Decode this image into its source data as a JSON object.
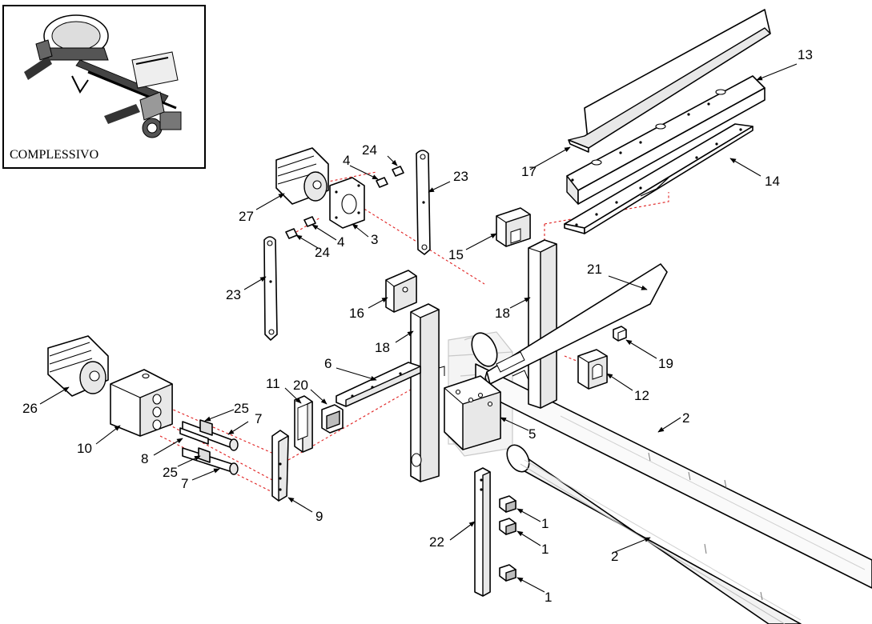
{
  "inset": {
    "label": "COMPLESSIVO"
  },
  "callouts": {
    "c1a": "1",
    "c1b": "1",
    "c1c": "1",
    "c2a": "2",
    "c2b": "2",
    "c3": "3",
    "c4a": "4",
    "c4b": "4",
    "c5": "5",
    "c6": "6",
    "c7a": "7",
    "c7b": "7",
    "c8": "8",
    "c9": "9",
    "c10": "10",
    "c11": "11",
    "c12": "12",
    "c13": "13",
    "c14": "14",
    "c15": "15",
    "c16": "16",
    "c17": "17",
    "c18a": "18",
    "c18b": "18",
    "c19": "19",
    "c20": "20",
    "c21": "21",
    "c22": "22",
    "c23a": "23",
    "c23b": "23",
    "c24a": "24",
    "c24b": "24",
    "c25a": "25",
    "c25b": "25",
    "c26": "26",
    "c27": "27"
  },
  "colors": {
    "guide_line": "#e02020",
    "ink": "#000000",
    "ghost": "#c8c8c8"
  }
}
